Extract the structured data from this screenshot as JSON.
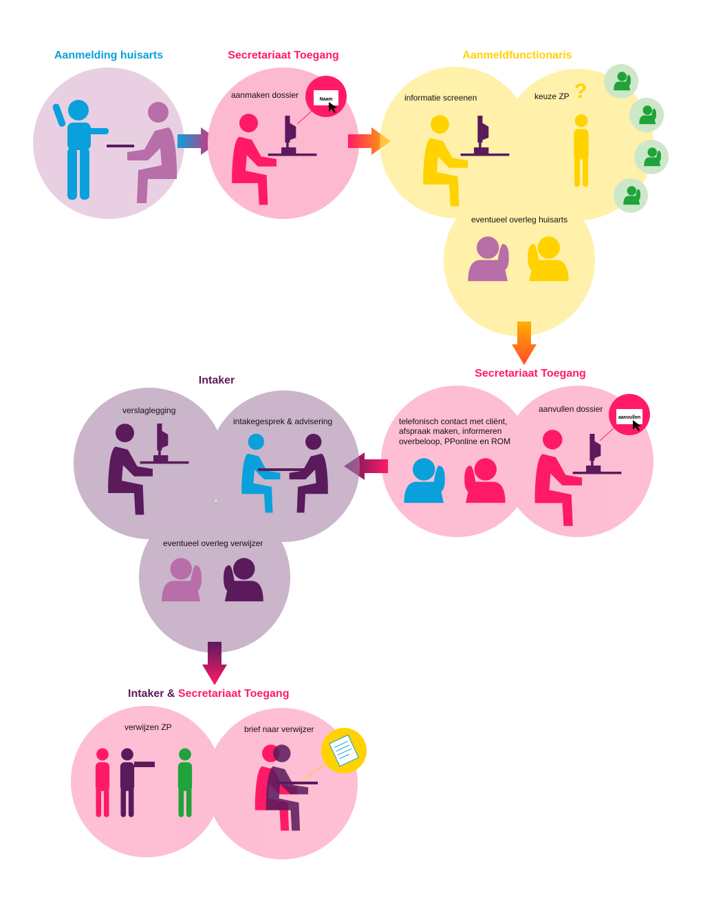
{
  "sections": {
    "aanmelding": {
      "title": "Aanmelding huisarts"
    },
    "secretariaat1": {
      "title": "Secretariaat Toegang",
      "label": "aanmaken dossier",
      "screen_text": "Naam"
    },
    "aanmeldfunctionaris": {
      "title": "Aanmeldfunctionaris",
      "screen_label": "informatie screenen",
      "choice_label": "keuze ZP",
      "question_mark": "?",
      "overleg_label": "eventueel overleg huisarts"
    },
    "secretariaat2": {
      "title": "Secretariaat Toegang",
      "contact_lines": [
        "telefonisch contact met cliënt,",
        "afspraak maken, informeren",
        "overbeloop, PPonline en ROM"
      ],
      "aanvullen_label": "aanvullen dossier",
      "screen_text": "aanvullen"
    },
    "intaker": {
      "title": "Intaker",
      "verslag_label": "verslaglegging",
      "intake_label": "intakegesprek & advisering",
      "overleg_label": "eventueel overleg verwijzer"
    },
    "final": {
      "title_part1": "Intaker",
      "title_amp": " & ",
      "title_part2": "Secretariaat Toegang",
      "verwijzen_label": "verwijzen ZP",
      "brief_label": "brief naar verwijzer"
    }
  },
  "colors": {
    "blue": "#0aa0dc",
    "pink": "#ff1a66",
    "yellow": "#ffd200",
    "purple": "#5a1a5c",
    "lilac": "#b86ea8",
    "green": "#1fa33a"
  }
}
